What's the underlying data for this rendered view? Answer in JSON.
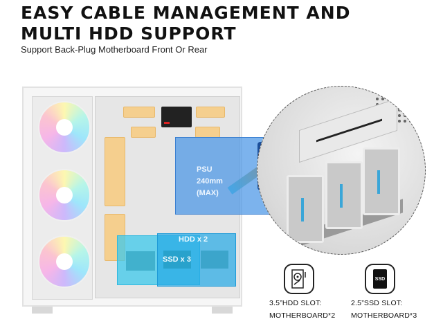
{
  "headline": {
    "line1": "EASY CABLE MANAGEMENT AND",
    "line2": "MULTI HDD SUPPORT"
  },
  "subheadline": "Support Back-Plug Motherboard Front Or Rear",
  "case_diagram": {
    "psu": {
      "label": "PSU",
      "size": "240mm",
      "note": "(MAX)",
      "color": "#4a96e6"
    },
    "hdd": {
      "label": "HDD x 2",
      "color": "#28aae6"
    },
    "ssd": {
      "label": "SSD x 3",
      "color": "#3cc8eb"
    },
    "fans_count": 3
  },
  "specs": [
    {
      "icon": "hdd-icon",
      "line1": "3.5”HDD SLOT:",
      "line2": "MOTHERBOARD*2"
    },
    {
      "icon": "ssd-icon",
      "icon_text": "SSD",
      "line1": "2.5”SSD SLOT:",
      "line2": "MOTHERBOARD*3"
    }
  ]
}
